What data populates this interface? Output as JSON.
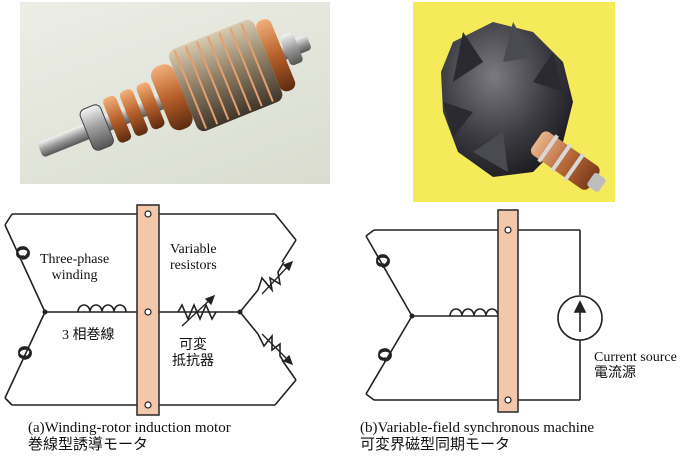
{
  "panel_a": {
    "photo_desc": "winding-rotor-photo",
    "labels": {
      "winding_en_1": "Three-phase",
      "winding_en_2": "winding",
      "winding_jp": "3 相巻線",
      "resistor_en_1": "Variable",
      "resistor_en_2": "resistors",
      "resistor_jp_1": "可変",
      "resistor_jp_2": "抵抗器"
    },
    "caption_en": "(a)Winding-rotor induction motor",
    "caption_jp": "巻線型誘導モータ"
  },
  "panel_b": {
    "photo_desc": "claw-pole-rotor-photo",
    "labels": {
      "source_en": "Current source",
      "source_jp": "電流源"
    },
    "caption_en": "(b)Variable-field synchronous machine",
    "caption_jp": "可変界磁型同期モータ"
  },
  "colors": {
    "slip_ring_fill": "#f3c7a9",
    "line": "#222222",
    "photo_b_bg": "#f5ea5a"
  }
}
